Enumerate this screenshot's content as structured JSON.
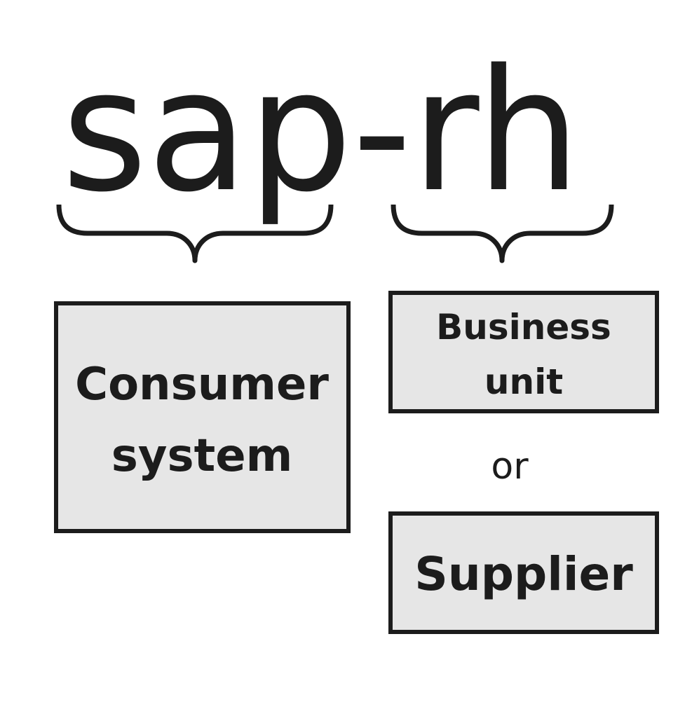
{
  "title": "sap-rh",
  "left_part": {
    "label_line1": "Consumer",
    "label_line2": "system"
  },
  "right_part": {
    "option1_line1": "Business",
    "option1_line2": "unit",
    "separator": "or",
    "option2": "Supplier"
  },
  "colors": {
    "box_fill": "#e6e6e6",
    "stroke": "#1c1c1c"
  }
}
